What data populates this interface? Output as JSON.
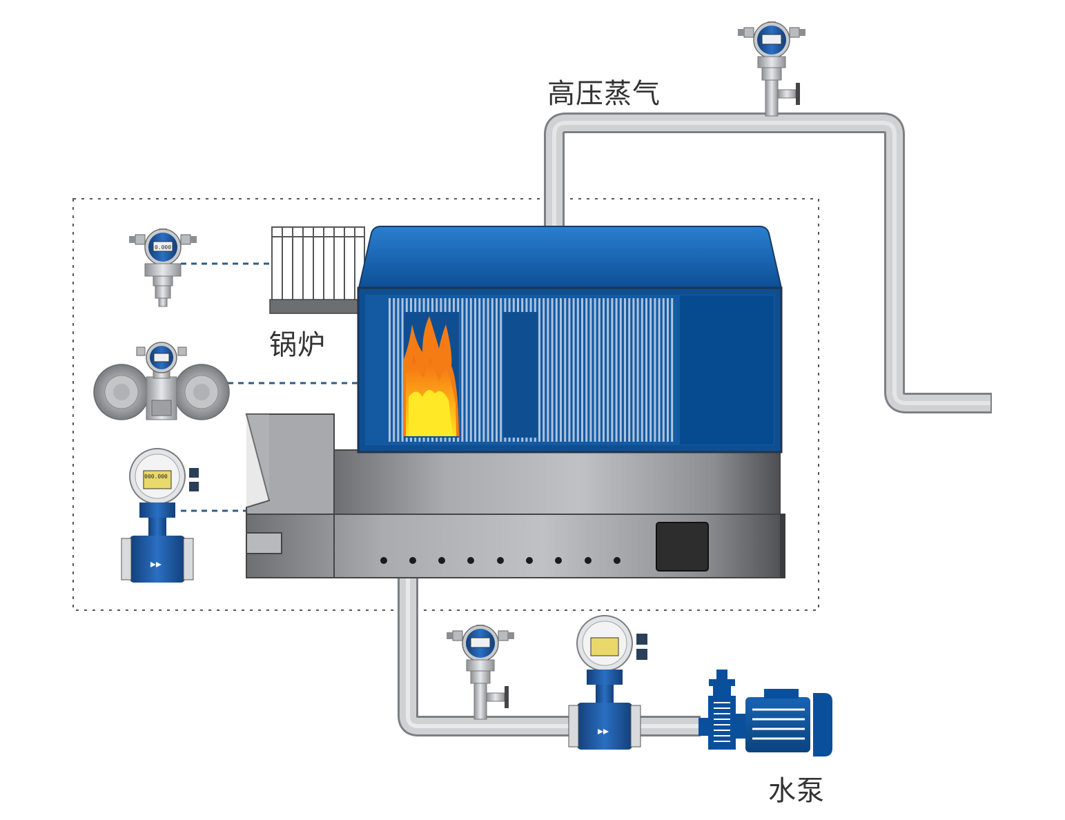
{
  "labels": {
    "steam": "高压蒸气",
    "boiler": "锅炉",
    "pump": "水泵"
  },
  "lcd": {
    "pressure": "0.000",
    "flow": "000.000"
  },
  "colors": {
    "boiler_blue": "#0f57a0",
    "boiler_dark": "#13426f",
    "pipe": "#bcbec0",
    "meter_blue": "#1f5fae",
    "pump_blue": "#0a4f9c",
    "flame_outer": "#f57c15",
    "flame_inner": "#ffe21a",
    "signal_line": "#2b5c8a"
  },
  "icons": [
    "pressure-transmitter-icon",
    "differential-pressure-transmitter-icon",
    "electromagnetic-flowmeter-icon",
    "water-pump-icon",
    "flame-icon"
  ]
}
